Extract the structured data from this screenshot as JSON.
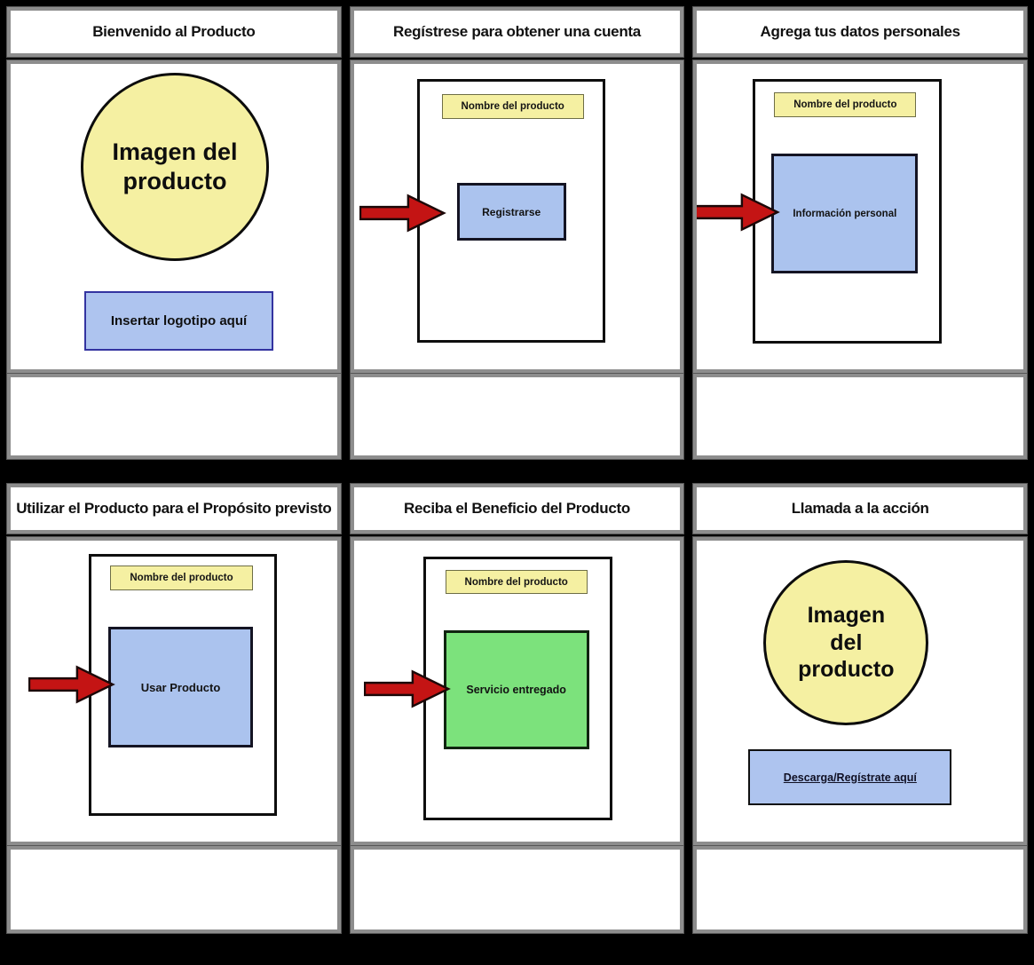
{
  "colors": {
    "background": "#000000",
    "cell_border": "#8d8d8d",
    "yellow_fill": "#f5f0a2",
    "blue_fill": "#abc3ee",
    "blue_border": "#3333a0",
    "green_fill": "#7ce27c",
    "red_arrow": "#c41414",
    "outline_black": "#0e0e0e"
  },
  "panels": [
    {
      "title": "Bienvenido al Producto",
      "circle_label": "Imagen del\nproducto",
      "logo_label": "Insertar logotipo aquí"
    },
    {
      "title": "Regístrese para obtener una cuenta",
      "product_name_label": "Nombre del producto",
      "action_label": "Registrarse"
    },
    {
      "title": "Agrega tus datos personales",
      "product_name_label": "Nombre del producto",
      "action_label": "Información personal"
    },
    {
      "title": "Utilizar el Producto para el Propósito previsto",
      "product_name_label": "Nombre del producto",
      "action_label": "Usar Producto"
    },
    {
      "title": "Reciba el Beneficio del Producto",
      "product_name_label": "Nombre del producto",
      "action_label": "Servicio entregado"
    },
    {
      "title": "Llamada a la acción",
      "circle_label": "Imagen\ndel\nproducto",
      "cta_label": "Descarga/Regístrate aquí"
    }
  ]
}
